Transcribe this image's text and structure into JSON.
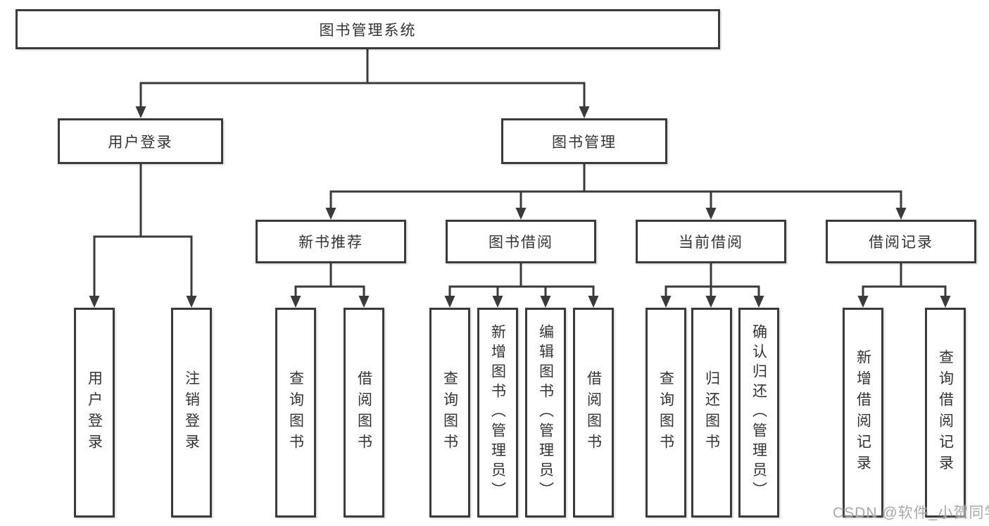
{
  "diagram": {
    "root": {
      "label": "图书管理系统"
    },
    "level2": [
      {
        "label": "用户登录"
      },
      {
        "label": "图书管理"
      }
    ],
    "level3": [
      {
        "label": "新书推荐"
      },
      {
        "label": "图书借阅"
      },
      {
        "label": "当前借阅"
      },
      {
        "label": "借阅记录"
      }
    ],
    "leaves": {
      "user_login": [
        "用户登录",
        "注销登录"
      ],
      "new_book": [
        "查询图书",
        "借阅图书"
      ],
      "book_borrow": [
        "查询图书",
        "新增图书（管理员）",
        "编辑图书（管理员）",
        "借阅图书"
      ],
      "current_borrow": [
        "查询图书",
        "归还图书",
        "确认归还（管理员）"
      ],
      "borrow_record": [
        "新增借阅记录",
        "查询借阅记录"
      ]
    }
  },
  "watermark": "CSDN @软件_小贺同学",
  "colors": {
    "line": "#3a3a3a",
    "text": "#333333",
    "box_background": "#ffffff",
    "watermark": "#9e9e9e"
  }
}
